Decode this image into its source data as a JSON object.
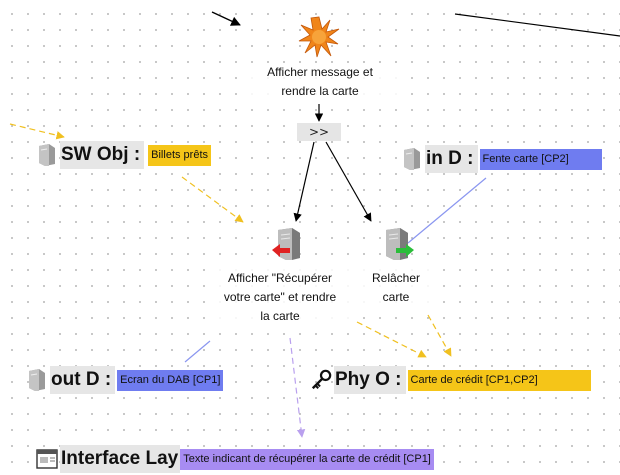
{
  "nodes": {
    "display_message": {
      "label_line1": "Afficher message et",
      "label_line2": "rendre la carte",
      "icon": "orange-splat-icon"
    },
    "junction": {
      "label": ">>"
    },
    "show_recover": {
      "label_line1": "Afficher \"Récupérer",
      "label_line2": "votre carte\" et rendre",
      "label_line3": "la carte",
      "icon": "server-red-arrow-icon"
    },
    "release_card": {
      "label_line1": "Relâcher",
      "label_line2": "carte",
      "icon": "server-green-arrow-icon"
    }
  },
  "lanes": {
    "sw_obj": {
      "header": "SW Obj :",
      "tag": "Billets prêts",
      "icon": "server-icon",
      "tag_color": "#f5c518"
    },
    "in_d": {
      "header": "in D :",
      "tag": "Fente carte [CP2]",
      "icon": "server-icon",
      "tag_color": "#6f7cf0"
    },
    "out_d": {
      "header": "out D :",
      "tag": "Ecran du DAB [CP1]",
      "icon": "server-icon",
      "tag_color": "#6f7cf0"
    },
    "phy_o": {
      "header": "Phy O :",
      "tag": "Carte de crédit [CP1,CP2]",
      "icon": "key-icon",
      "tag_color": "#f5c518"
    },
    "interface_lay": {
      "header": "Interface Lay",
      "tag": "Texte indicant de récupérer la carte de crédit [CP1]",
      "icon": "window-icon",
      "tag_color": "#a78cf2"
    }
  },
  "colors": {
    "flow_edge": "#000000",
    "yellow_edge": "#f0c020",
    "blue_edge": "#8a96f0",
    "purple_edge": "#b9a0ee"
  }
}
